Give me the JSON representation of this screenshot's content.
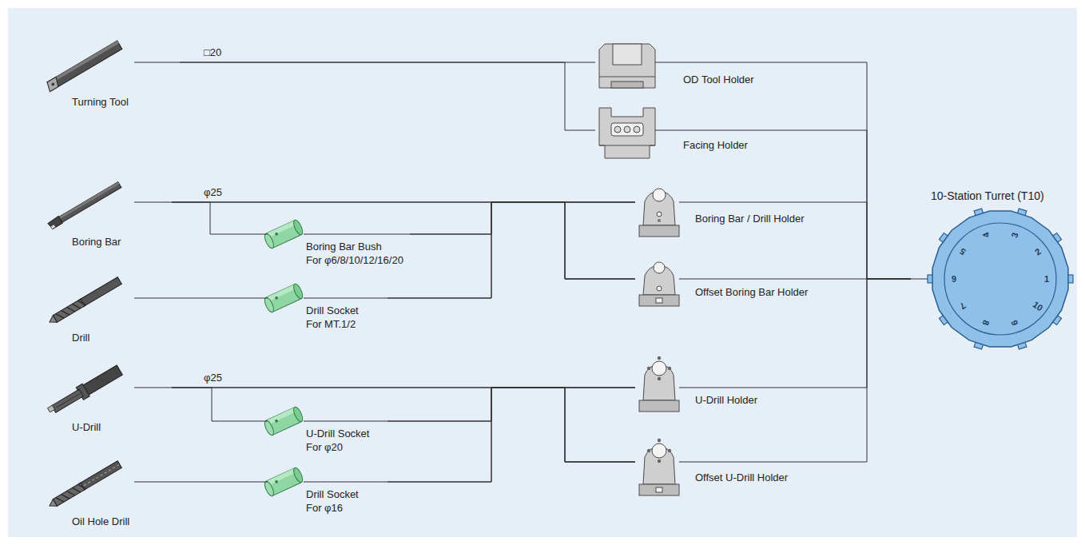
{
  "diagram": {
    "nodes": [
      {
        "text": [
          "Turning Tool"
        ]
      },
      {
        "text": [
          "Boring Bar"
        ]
      },
      {
        "text": [
          "Drill"
        ]
      },
      {
        "text": [
          "U-Drill"
        ]
      },
      {
        "text": [
          "Oil Hole Drill"
        ]
      },
      {
        "text": [
          "Boring Bar Bush",
          "For φ6/8/10/12/16/20"
        ]
      },
      {
        "text": [
          "Drill Socket",
          "For MT.1/2"
        ]
      },
      {
        "text": [
          "U-Drill Socket",
          "For φ20"
        ]
      },
      {
        "text": [
          "Drill Socket",
          "For φ16"
        ]
      },
      {
        "text": [
          "OD Tool Holder"
        ]
      },
      {
        "text": [
          "Facing Holder"
        ]
      },
      {
        "text": [
          "Boring Bar / Drill Holder"
        ]
      },
      {
        "text": [
          "Offset Boring Bar Holder"
        ]
      },
      {
        "text": [
          "U-Drill Holder"
        ]
      },
      {
        "text": [
          "Offset U-Drill Holder"
        ]
      },
      {
        "text": [
          "10-Station Turret (T10)"
        ]
      }
    ],
    "edges": [
      {
        "from": 0,
        "to": 9,
        "arrow": "none"
      },
      {
        "from": 0,
        "to": 10,
        "arrow": "none"
      },
      {
        "from": 1,
        "to": 11,
        "arrow": "none"
      },
      {
        "from": 1,
        "to": 12,
        "arrow": "none"
      },
      {
        "from": 1,
        "to": 5,
        "arrow": "none"
      },
      {
        "from": 5,
        "to": 11,
        "arrow": "none"
      },
      {
        "from": 5,
        "to": 12,
        "arrow": "none"
      },
      {
        "from": 2,
        "to": 6,
        "arrow": "none"
      },
      {
        "from": 6,
        "to": 11,
        "arrow": "none"
      },
      {
        "from": 6,
        "to": 12,
        "arrow": "none"
      },
      {
        "from": 3,
        "to": 13,
        "arrow": "none"
      },
      {
        "from": 3,
        "to": 14,
        "arrow": "none"
      },
      {
        "from": 3,
        "to": 7,
        "arrow": "none"
      },
      {
        "from": 7,
        "to": 13,
        "arrow": "none"
      },
      {
        "from": 7,
        "to": 14,
        "arrow": "none"
      },
      {
        "from": 4,
        "to": 8,
        "arrow": "none"
      },
      {
        "from": 8,
        "to": 13,
        "arrow": "none"
      },
      {
        "from": 8,
        "to": 14,
        "arrow": "none"
      },
      {
        "from": 9,
        "to": 15,
        "arrow": "none"
      },
      {
        "from": 10,
        "to": 15,
        "arrow": "none"
      },
      {
        "from": 11,
        "to": 15,
        "arrow": "none"
      },
      {
        "from": 12,
        "to": 15,
        "arrow": "none"
      },
      {
        "from": 13,
        "to": 15,
        "arrow": "none"
      },
      {
        "from": 14,
        "to": 15,
        "arrow": "none"
      }
    ],
    "labels": [
      "□20",
      "φ25",
      "φ25",
      "1",
      "2",
      "3",
      "4",
      "5",
      "6",
      "7",
      "8",
      "9",
      "10"
    ]
  }
}
